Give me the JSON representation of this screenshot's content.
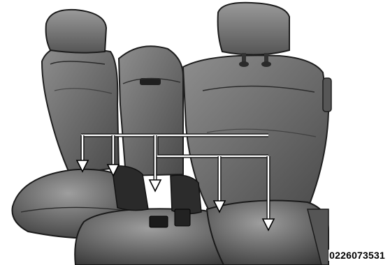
{
  "figure": {
    "reference_id": "0226073531",
    "subject": "rear-seat-anchor-diagram",
    "arrow_count": 5
  },
  "colors": {
    "background": "#ffffff",
    "seat_dark": "#3a3a3a",
    "seat_mid": "#6a6a6a",
    "seat_light": "#a9a9a9",
    "arrow": "#ffffff",
    "arrow_outline": "#000000",
    "label": "#000000"
  }
}
